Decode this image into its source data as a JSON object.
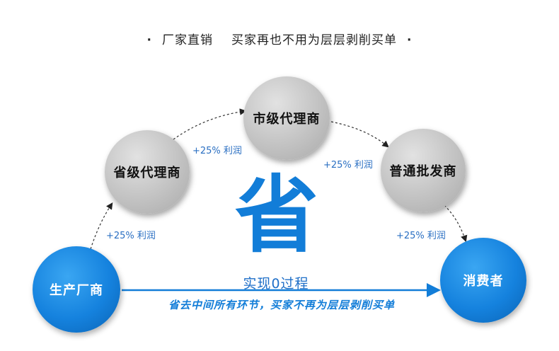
{
  "header": {
    "bullet": "·",
    "left": "厂家直销",
    "right": "买家再也不用为层层剥削买单"
  },
  "nodes": {
    "producer": "生产厂商",
    "provincial": "省级代理商",
    "city": "市级代理商",
    "wholesale": "普通批发商",
    "consumer": "消费者"
  },
  "profits": {
    "p1": "+25% 利润",
    "p2": "+25% 利润",
    "p3": "+25% 利润",
    "p4": "+25% 利润"
  },
  "center": {
    "big_char": "省",
    "subtitle": "实现0过程",
    "slogan": "省去中间所有环节，买家不再为层层剥削买单"
  },
  "colors": {
    "accent_blue": "#127dd8",
    "node_grey": "#c8c8c8"
  }
}
